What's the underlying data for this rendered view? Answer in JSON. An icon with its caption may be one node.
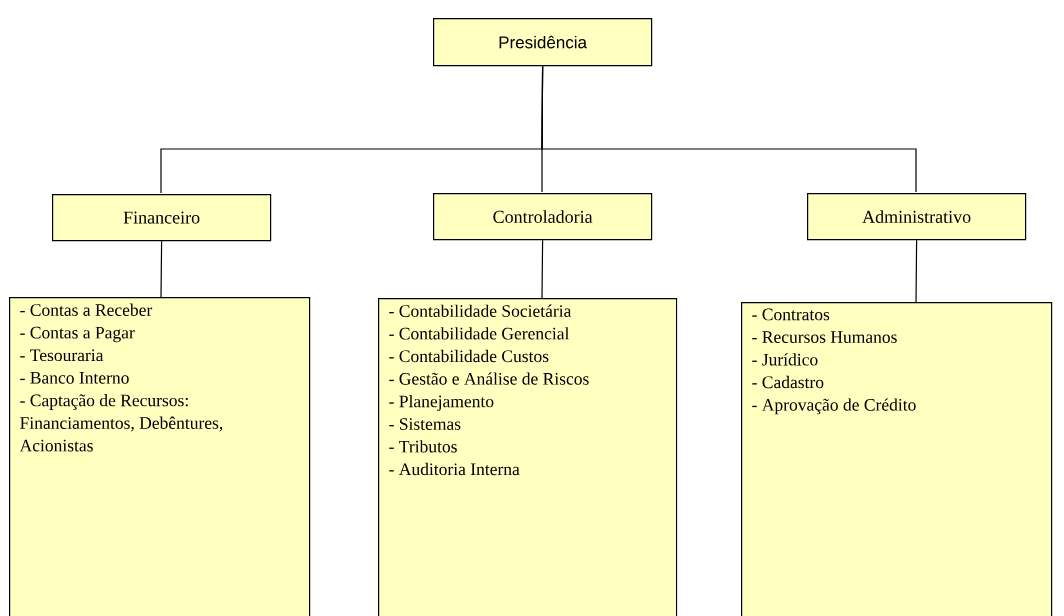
{
  "diagram": {
    "nodes": [
      {
        "text": [
          "Presidência"
        ]
      },
      {
        "text": [
          "Financeiro"
        ]
      },
      {
        "text": [
          "Controladoria"
        ]
      },
      {
        "text": [
          "Administrativo"
        ]
      },
      {
        "text": [
          "- Contas a Receber",
          "- Contas a Pagar",
          "- Tesouraria",
          "- Banco Interno",
          "- Captação de Recursos: Financiamentos, Debêntures, Acionistas"
        ]
      },
      {
        "text": [
          "- Contabilidade Societária",
          "- Contabilidade Gerencial",
          "- Contabilidade Custos",
          "- Gestão e Análise de Riscos",
          "- Planejamento",
          "- Sistemas",
          "- Tributos",
          "- Auditoria Interna"
        ]
      },
      {
        "text": [
          "- Contratos",
          "- Recursos Humanos",
          "- Jurídico",
          "- Cadastro",
          "- Aprovação de Crédito"
        ]
      }
    ],
    "edges": [
      {
        "from": 0,
        "to": 1,
        "arrow": "none"
      },
      {
        "from": 0,
        "to": 2,
        "arrow": "none"
      },
      {
        "from": 0,
        "to": 3,
        "arrow": "none"
      },
      {
        "from": 1,
        "to": 4,
        "arrow": "none"
      },
      {
        "from": 2,
        "to": 5,
        "arrow": "none"
      },
      {
        "from": 3,
        "to": 6,
        "arrow": "none"
      }
    ]
  }
}
